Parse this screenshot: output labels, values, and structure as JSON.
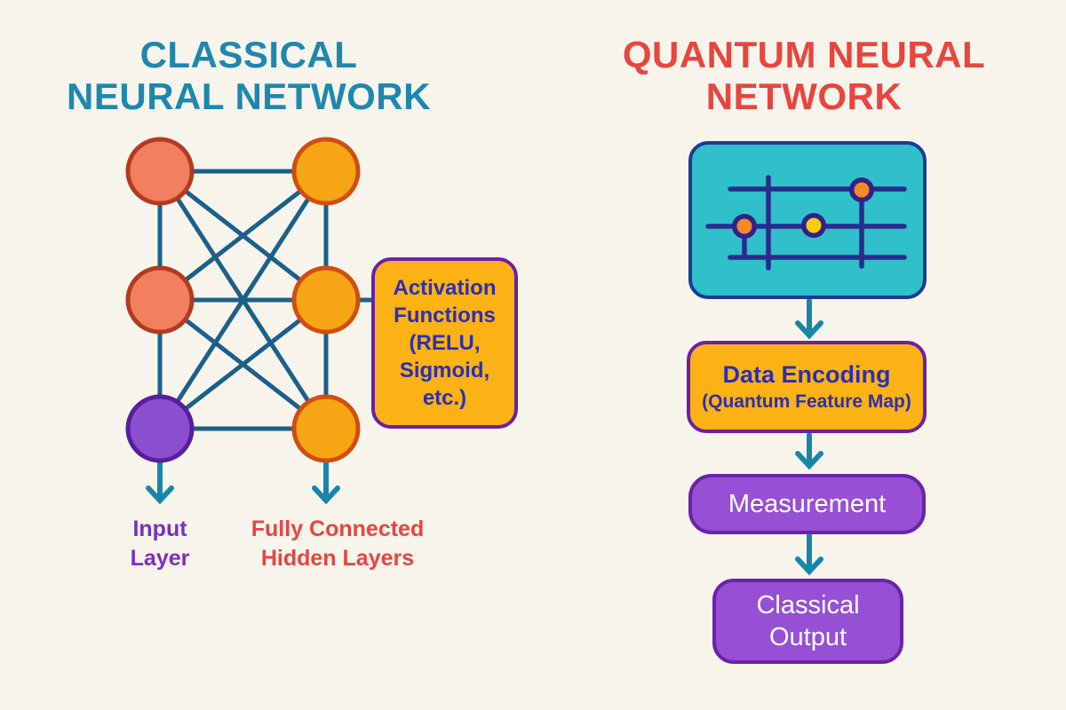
{
  "left": {
    "title": [
      "CLASSICAL",
      "NEURAL NETWORK"
    ],
    "activation_box_lines": [
      "Activation",
      "Functions",
      "(RELU,",
      "Sigmoid,",
      "etc.)"
    ],
    "input_layer_label": [
      "Input",
      "Layer"
    ],
    "hidden_layers_label": [
      "Fully Connected",
      "Hidden Layers"
    ],
    "node_counts": {
      "input_column": 3,
      "hidden_column": 3
    }
  },
  "right": {
    "title": [
      "QUANTUM NEURAL",
      "NETWORK"
    ],
    "data_encoding": {
      "line1": "Data Encoding",
      "line2": "(Quantum Feature Map)"
    },
    "measurement": "Measurement",
    "classical_output": [
      "Classical",
      "Output"
    ]
  },
  "colors": {
    "background": "#f7f4ec",
    "classical_title": "#1e87ae",
    "quantum_title": "#e8453f",
    "network_edge": "#1a608a",
    "arrow": "#1886ab",
    "salmon_node_fill": "#f0805e",
    "salmon_node_border": "#b33a20",
    "orange_node_fill": "#f6a514",
    "orange_node_border": "#d14d10",
    "purple_node_fill": "#8a4fd1",
    "purple_node_border": "#5a1d99",
    "amber_box_fill": "#fcb215",
    "amber_box_border": "#6d1fa7",
    "amber_box_text": "#2b2fb3",
    "circuit_box_fill": "#2fc0ca",
    "circuit_box_border": "#1b3b94",
    "circuit_line": "#2a2b8e",
    "circuit_ring": "#33208a",
    "circuit_dot_orange": "#f08c28",
    "circuit_dot_yellow": "#f7cd11",
    "purple_box_fill": "#974fd6",
    "purple_box_border": "#6c22a8",
    "input_label_text": "#7b2fbe",
    "hidden_label_text": "#e8453f"
  }
}
